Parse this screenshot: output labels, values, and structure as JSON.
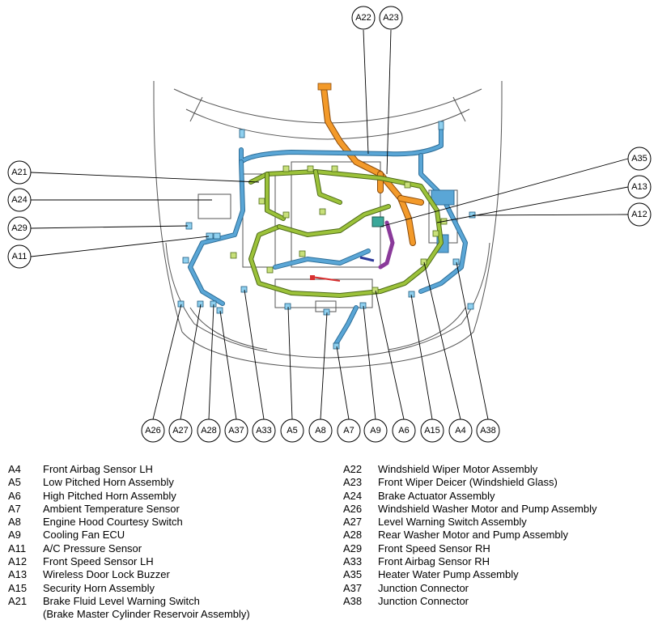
{
  "callouts": {
    "top": [
      "A22",
      "A23"
    ],
    "left": [
      "A21",
      "A24",
      "A29",
      "A11"
    ],
    "right": [
      "A35",
      "A13",
      "A12"
    ],
    "bottom": [
      "A26",
      "A27",
      "A28",
      "A37",
      "A33",
      "A5",
      "A8",
      "A7",
      "A9",
      "A6",
      "A15",
      "A4",
      "A38"
    ]
  },
  "legend_left": [
    {
      "code": "A4",
      "name": "Front Airbag Sensor LH"
    },
    {
      "code": "A5",
      "name": "Low Pitched Horn Assembly"
    },
    {
      "code": "A6",
      "name": "High Pitched Horn Assembly"
    },
    {
      "code": "A7",
      "name": "Ambient Temperature Sensor"
    },
    {
      "code": "A8",
      "name": "Engine Hood Courtesy Switch"
    },
    {
      "code": "A9",
      "name": "Cooling Fan ECU"
    },
    {
      "code": "A11",
      "name": "A/C Pressure Sensor"
    },
    {
      "code": "A12",
      "name": "Front Speed Sensor LH"
    },
    {
      "code": "A13",
      "name": "Wireless Door Lock Buzzer"
    },
    {
      "code": "A15",
      "name": "Security Horn Assembly"
    },
    {
      "code": "A21",
      "name": "Brake Fluid Level Warning Switch"
    },
    {
      "code": "",
      "name": "(Brake Master Cylinder Reservoir Assembly)"
    }
  ],
  "legend_right": [
    {
      "code": "A22",
      "name": "Windshield Wiper Motor Assembly"
    },
    {
      "code": "A23",
      "name": "Front Wiper Deicer (Windshield Glass)"
    },
    {
      "code": "A24",
      "name": "Brake Actuator Assembly"
    },
    {
      "code": "A26",
      "name": "Windshield Washer Motor and Pump Assembly"
    },
    {
      "code": "A27",
      "name": "Level Warning Switch Assembly"
    },
    {
      "code": "A28",
      "name": "Rear Washer Motor and Pump Assembly"
    },
    {
      "code": "A29",
      "name": "Front Speed Sensor RH"
    },
    {
      "code": "A33",
      "name": "Front Airbag Sensor RH"
    },
    {
      "code": "A35",
      "name": "Heater Water Pump Assembly"
    },
    {
      "code": "A37",
      "name": "Junction Connector"
    },
    {
      "code": "A38",
      "name": "Junction Connector"
    }
  ]
}
